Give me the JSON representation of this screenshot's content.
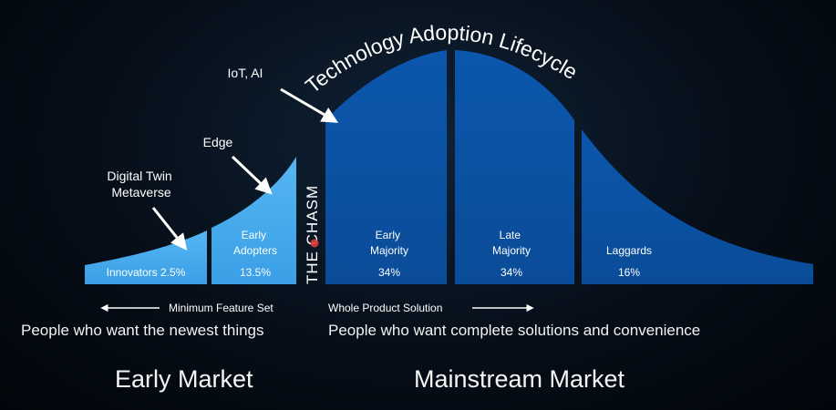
{
  "diagram": {
    "title": "Technology Adoption Lifecycle",
    "chasm_label": "THE CHASM",
    "segments": [
      {
        "name": "Innovators",
        "label": "Innovators 2.5%",
        "percent": ""
      },
      {
        "name": "Early Adopters",
        "label": "Early\nAdopters",
        "percent": "13.5%"
      },
      {
        "name": "Early Majority",
        "label": "Early\nMajority",
        "percent": "34%"
      },
      {
        "name": "Late Majority",
        "label": "Late\nMajority",
        "percent": "34%"
      },
      {
        "name": "Laggards",
        "label": "Laggards",
        "percent": "16%"
      }
    ],
    "annotations": [
      {
        "label": "Digital Twin\nMetaverse"
      },
      {
        "label": "Edge"
      },
      {
        "label": "IoT, AI"
      }
    ],
    "feature_left": "Minimum Feature Set",
    "feature_right": "Whole Product Solution",
    "left_caption": "People who want the newest things",
    "right_caption": "People who want complete solutions and convenience",
    "early_market": "Early Market",
    "mainstream_market": "Mainstream Market",
    "colors": {
      "early_fill": "#3fa7ec",
      "mainstream_fill": "#0a50a0",
      "mainstream_edge": "#0c5cb4",
      "text": "#ffffff",
      "chasm_marker": "#e03a3a"
    }
  }
}
